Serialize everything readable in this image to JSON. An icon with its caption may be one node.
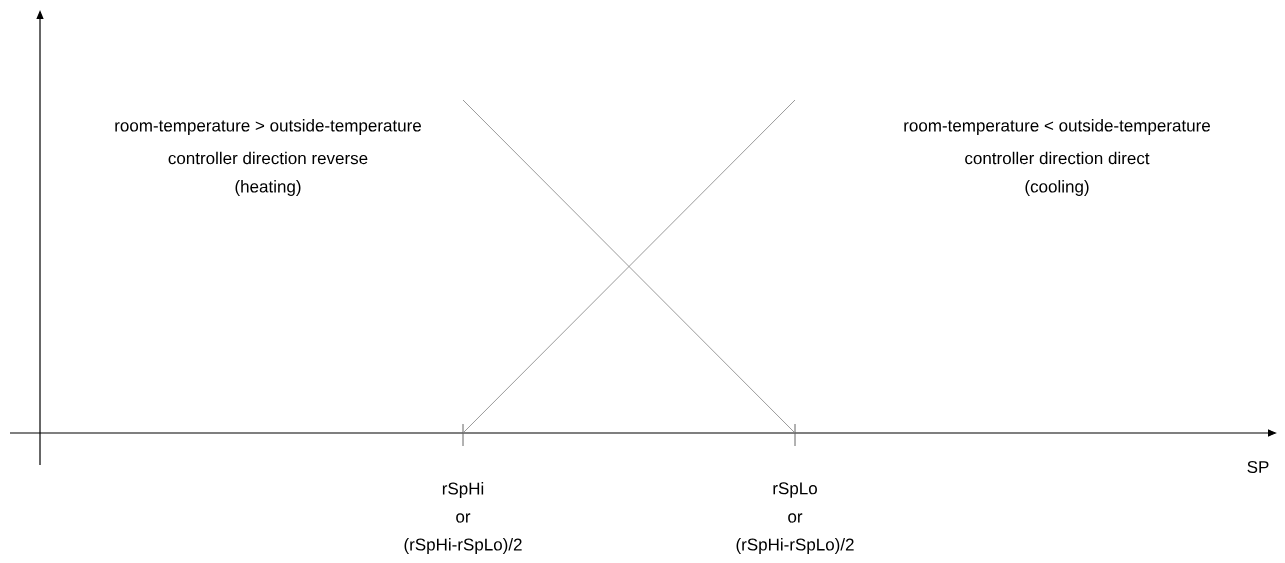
{
  "diagram": {
    "labels": [
      "room-temperature > outside-temperature",
      "controller direction reverse",
      "(heating)",
      "room-temperature < outside-temperature",
      "controller direction direct",
      "(cooling)",
      "SP",
      "rSpHi",
      "or",
      "(rSpHi-rSpLo)/2",
      "rSpLo",
      "or",
      "(rSpHi-rSpLo)/2"
    ]
  }
}
